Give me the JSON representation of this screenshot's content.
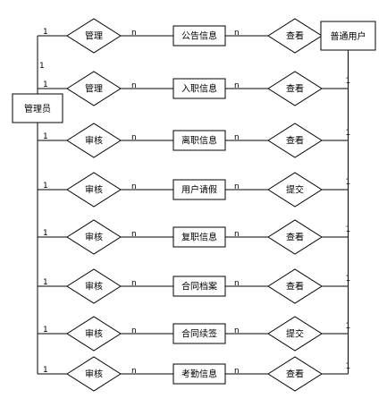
{
  "admin": {
    "label": "管理员"
  },
  "user": {
    "label": "普通用户"
  },
  "cardinality": {
    "one": "1",
    "many": "n"
  },
  "rows": [
    {
      "admin_rel": "管理",
      "entity": "公告信息",
      "user_rel": "查看"
    },
    {
      "admin_rel": "管理",
      "entity": "入职信息",
      "user_rel": "查看"
    },
    {
      "admin_rel": "审核",
      "entity": "离职信息",
      "user_rel": "查看"
    },
    {
      "admin_rel": "审核",
      "entity": "用户请假",
      "user_rel": "提交"
    },
    {
      "admin_rel": "审核",
      "entity": "复职信息",
      "user_rel": "查看"
    },
    {
      "admin_rel": "审核",
      "entity": "合同档案",
      "user_rel": "查看"
    },
    {
      "admin_rel": "审核",
      "entity": "合同续签",
      "user_rel": "提交"
    },
    {
      "admin_rel": "审核",
      "entity": "考勤信息",
      "user_rel": "查看"
    }
  ]
}
